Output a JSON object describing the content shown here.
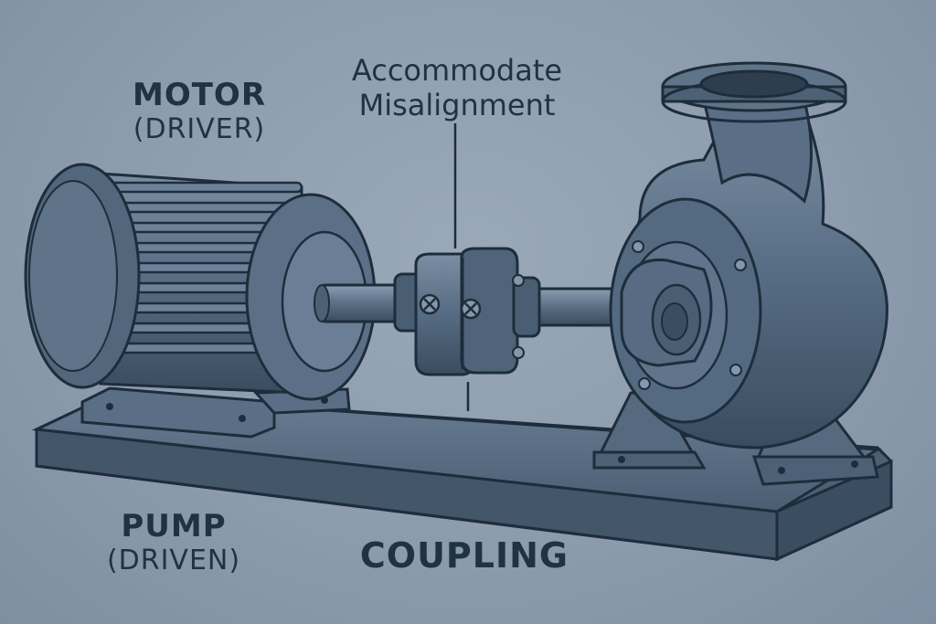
{
  "labels": {
    "motor_title": "MOTOR",
    "motor_sub": "(DRIVER)",
    "pump_title": "PUMP",
    "pump_sub": "(DRIVEN)",
    "coupling": "COUPLING",
    "misalign_line1": "Accommodate",
    "misalign_line2": "Misalignment"
  },
  "colors": {
    "background": "#8b9bad",
    "metal_dark": "#3c4f63",
    "metal_mid": "#52677c",
    "metal_light": "#6f849a",
    "outline": "#1e2d3b",
    "label_text": "#1f3344"
  }
}
